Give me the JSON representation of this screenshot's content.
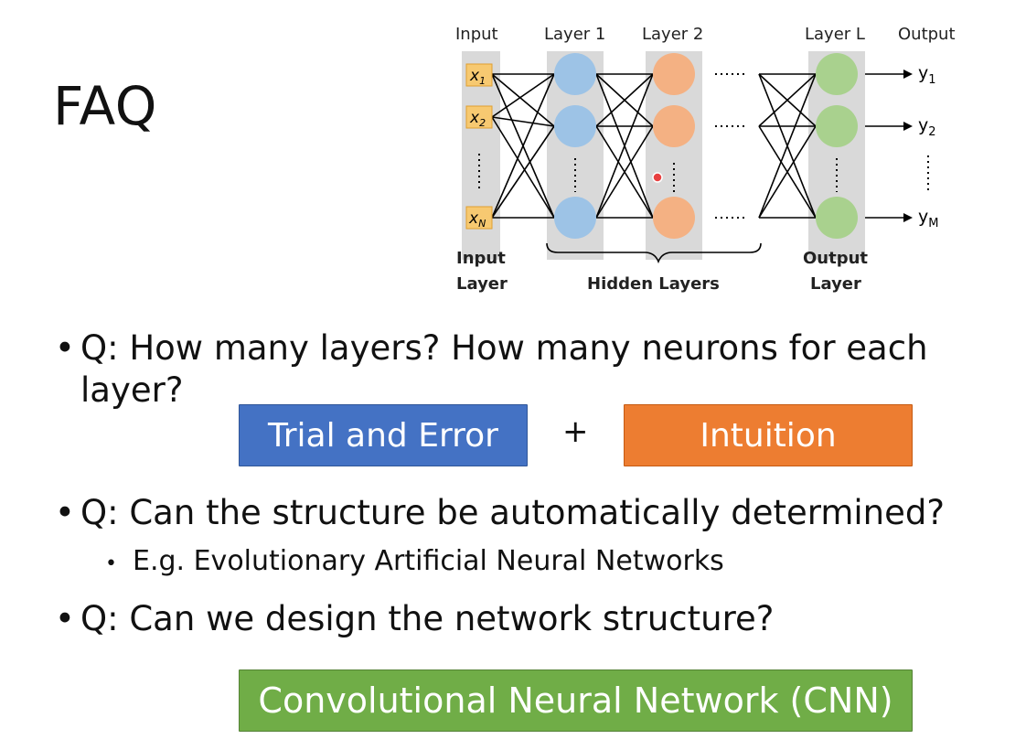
{
  "title": "FAQ",
  "diagram": {
    "column_labels": {
      "input": "Input",
      "layer1": "Layer 1",
      "layer2": "Layer 2",
      "layerL": "Layer L",
      "output": "Output"
    },
    "inputs": [
      "x",
      "x",
      "x"
    ],
    "input_subscripts": [
      "1",
      "2",
      "N"
    ],
    "outputs": [
      "y",
      "y",
      "y"
    ],
    "output_subscripts": [
      "1",
      "2",
      "M"
    ],
    "bottom_labels": {
      "input_line1": "Input",
      "input_line2": "Layer",
      "hidden": "Hidden Layers",
      "output_line1": "Output",
      "output_line2": "Layer"
    },
    "colors": {
      "input": "#f7c971",
      "layer1": "#9dc3e6",
      "layer2": "#f4b183",
      "layerL": "#a9d18e",
      "column_bg": "#d9d9d9"
    }
  },
  "questions": {
    "q1_line1": "Q: How many layers? How many neurons for each",
    "q1_line2": "layer?",
    "q2": "Q: Can the structure be automatically determined?",
    "q2_sub": "E.g. Evolutionary Artificial Neural Networks",
    "q3": "Q: Can we design the network structure?"
  },
  "boxes": {
    "trial": "Trial and Error",
    "plus": "+",
    "intuition": "Intuition",
    "cnn": "Convolutional Neural Network (CNN)"
  }
}
